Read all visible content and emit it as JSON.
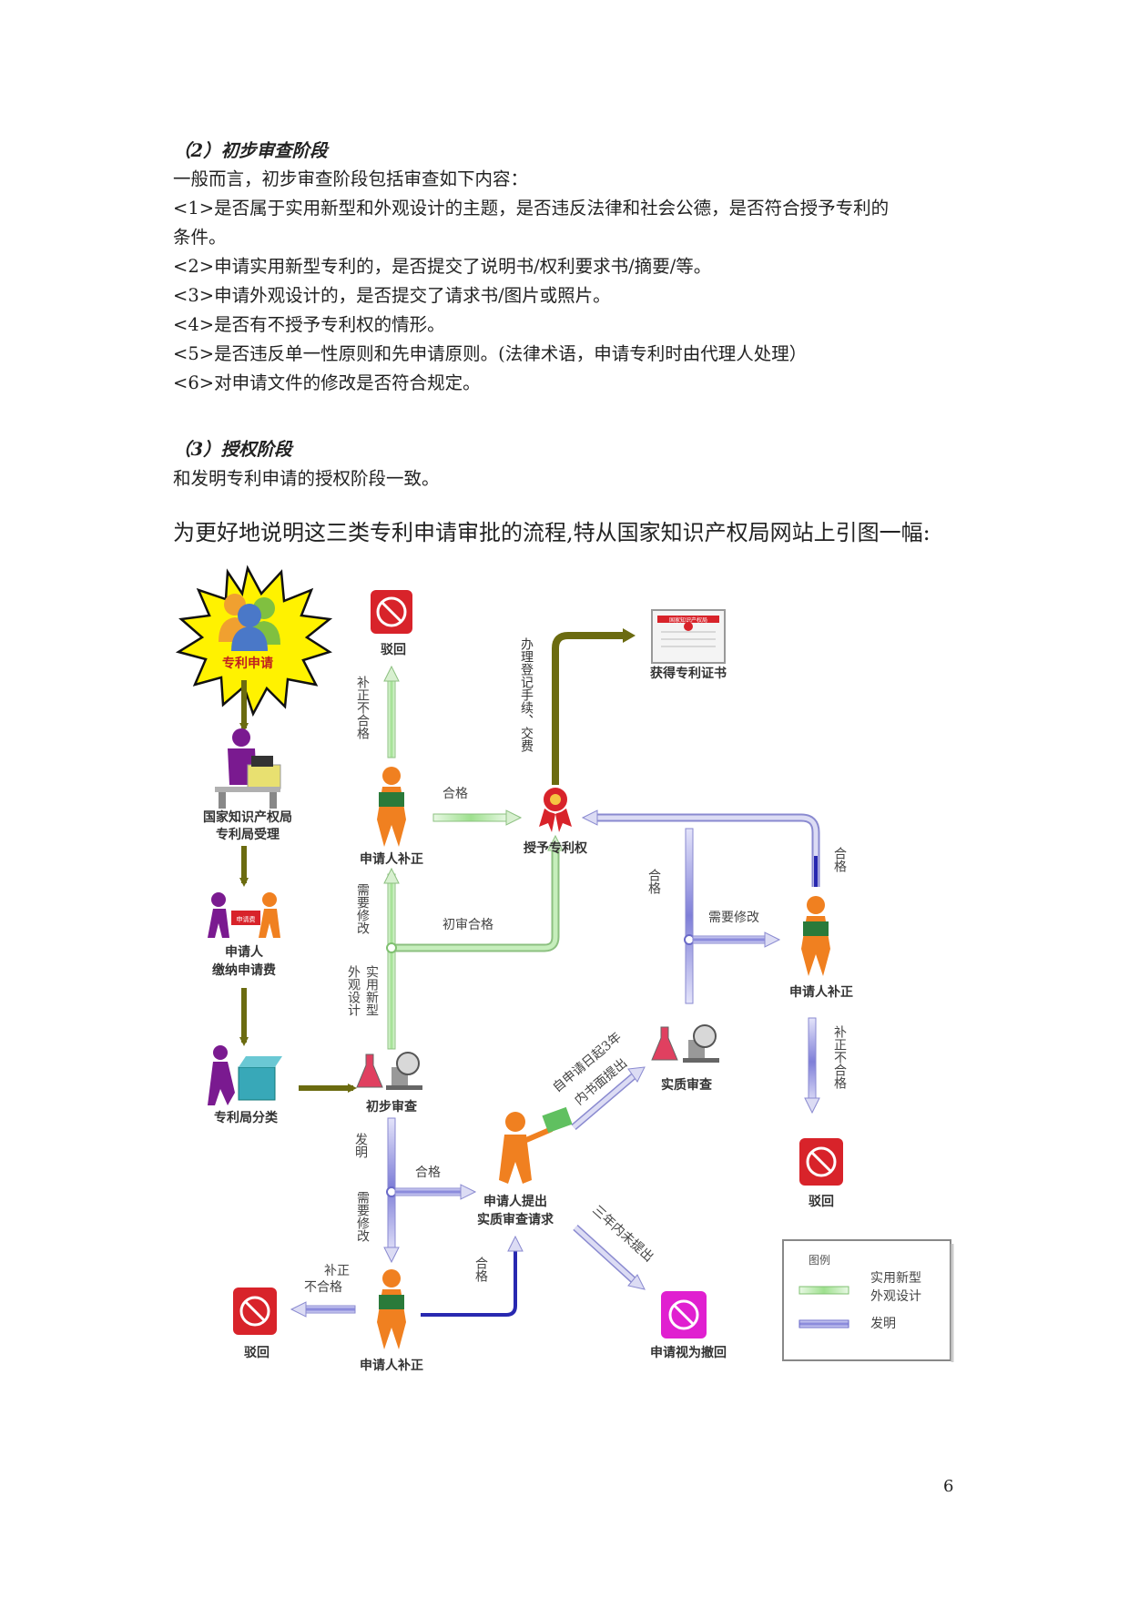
{
  "section2": {
    "heading": "（2）初步审查阶段",
    "lines": [
      "一般而言，初步审查阶段包括审查如下内容：",
      "<1>是否属于实用新型和外观设计的主题，是否违反法律和社会公德，是否符合授予专利的",
      "条件。",
      "<2>申请实用新型专利的，是否提交了说明书/权利要求书/摘要/等。",
      "<3>申请外观设计的，是否提交了请求书/图片或照片。",
      "<4>是否有不授予专利权的情形。",
      "<5>是否违反单一性原则和先申请原则。(法律术语，申请专利时由代理人处理）",
      "<6>对申请文件的修改是否符合规定。"
    ]
  },
  "section3": {
    "heading": "（3）授权阶段",
    "lines": [
      "和发明专利申请的授权阶段一致。"
    ]
  },
  "intro": "为更好地说明这三类专利申请审批的流程,特从国家知识产权局网站上引图一幅:",
  "flowchart": {
    "nodes": {
      "apply": "专利申请",
      "office_line1": "国家知识产权局",
      "office_line2": "专利局受理",
      "fee_line1": "申请人",
      "fee_line2": "缴纳申请费",
      "fee_doc": "申请费",
      "classify": "专利局分类",
      "prelim": "初步审查",
      "reject_top": "驳回",
      "correct_mid": "申请人补正",
      "grant": "授予专利权",
      "certificate": "获得专利证书",
      "cert_header": "国家知识产权局",
      "correct_right": "申请人补正",
      "substantive": "实质审查",
      "reject_right": "驳回",
      "request_line1": "申请人提出",
      "request_line2": "实质审查请求",
      "deemed_withdrawn": "申请视为撤回",
      "correct_bottom": "申请人补正",
      "reject_bottom": "驳回"
    },
    "edges": {
      "correct_fail_top": "补正不合格",
      "qualified_mid": "合格",
      "register_fee": "办理登记手续、交费",
      "need_modify_mid": "需要修改",
      "prelim_pass": "初审合格",
      "utility_design": "实用新型",
      "utility_design_2": "外观设计",
      "invention_label": "发明",
      "qualified_inv": "合格",
      "need_modify_low": "需要修改",
      "within3y_line1": "自申请日起3年",
      "within3y_line2": "内书面提出",
      "not3y": "三年内未提出",
      "correct_fail_bottom_1": "补正",
      "correct_fail_bottom_2": "不合格",
      "qualified_bottom": "合格",
      "qualified_right_col": "合格",
      "need_modify_right": "需要修改",
      "qualified_far_right": "合格",
      "correct_fail_right": "补正不合格"
    },
    "legend": {
      "title": "图例",
      "utility_label_1": "实用新型",
      "utility_label_2": "外观设计",
      "invention_label": "发明"
    },
    "colors": {
      "olive": "#6b6b10",
      "green": "#4ccc3a",
      "blue": "#3a3ac0",
      "red": "#d8232a",
      "magenta": "#e020d0",
      "orange": "#f08020",
      "purple": "#6a1a8a"
    }
  },
  "page_number": "6"
}
